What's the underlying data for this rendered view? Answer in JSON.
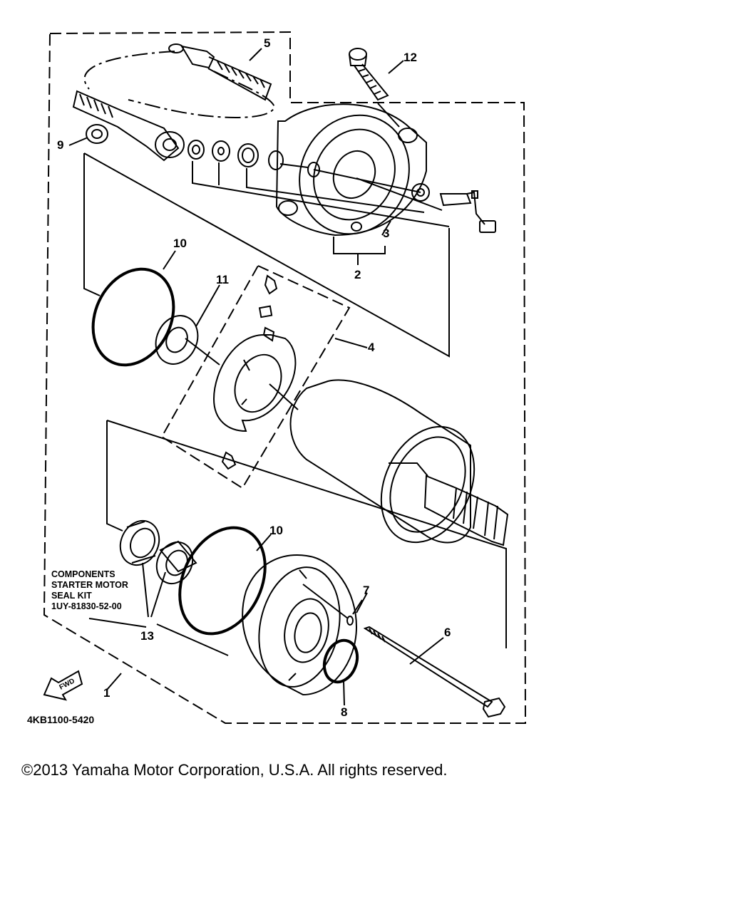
{
  "callouts": {
    "c1": "1",
    "c2": "2",
    "c3": "3",
    "c4": "4",
    "c5": "5",
    "c6": "6",
    "c7": "7",
    "c8": "8",
    "c9": "9",
    "c10a": "10",
    "c10b": "10",
    "c11": "11",
    "c12": "12",
    "c13": "13"
  },
  "seal_kit": {
    "line1": "COMPONENTS",
    "line2": "STARTER MOTOR",
    "line3": "SEAL KIT",
    "line4": "1UY-81830-52-00"
  },
  "diagram_code": "4KB1100-5420",
  "fwd_label": "FWD",
  "copyright": "©2013 Yamaha Motor Corporation, U.S.A. All rights reserved."
}
